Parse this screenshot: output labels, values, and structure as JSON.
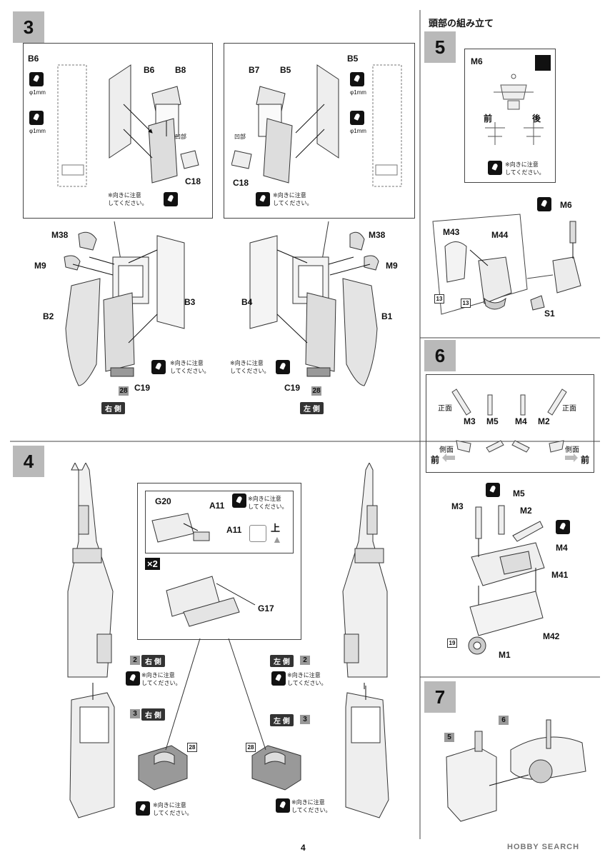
{
  "page_number": "4",
  "watermark": "HOBBY SEARCH",
  "steps": {
    "s3": {
      "number": "3",
      "left_panel": {
        "b6": "B6",
        "b6b": "B6",
        "b8": "B8",
        "c18": "C18",
        "dent": "凹部",
        "dia1": "φ1mm",
        "dia2": "φ1mm",
        "note": "※向きに注意\nしてください。"
      },
      "right_panel": {
        "b7": "B7",
        "b5": "B5",
        "b5b": "B5",
        "c18": "C18",
        "dent": "凹部",
        "dia1": "φ1mm",
        "dia2": "φ1mm",
        "note": "※向きに注意\nしてください。"
      },
      "left_main": {
        "m38": "M38",
        "m9": "M9",
        "b2": "B2",
        "b3": "B3",
        "c19": "C19",
        "decal": "28",
        "note": "※向きに注意\nしてください。",
        "side": "右 側"
      },
      "right_main": {
        "m38": "M38",
        "m9": "M9",
        "b4": "B4",
        "b1": "B1",
        "c19": "C19",
        "decal": "28",
        "note": "※向きに注意\nしてください。",
        "side": "左 側"
      }
    },
    "s5": {
      "header": "頭部の組み立て",
      "number": "5",
      "inset": {
        "m6": "M6",
        "front": "前",
        "rear": "後",
        "note": "※向きに注意\nしてください。"
      },
      "m6": "M6",
      "m43": "M43",
      "m44": "M44",
      "s1": "S1",
      "d13a": "13",
      "d13b": "13"
    },
    "s6": {
      "number": "6",
      "inset": {
        "front_l": "正面",
        "front_r": "正面",
        "m3": "M3",
        "m5": "M5",
        "m4": "M4",
        "m2": "M2",
        "side_l": "側面",
        "side_r": "側面",
        "fwd_l": "前",
        "fwd_r": "前"
      },
      "m3": "M3",
      "m5": "M5",
      "m2": "M2",
      "m4": "M4",
      "m41": "M41",
      "m42": "M42",
      "m1": "M1",
      "d19": "19"
    },
    "s7": {
      "number": "7",
      "ref5": "5",
      "ref6": "6"
    },
    "s4": {
      "number": "4",
      "inset": {
        "g20": "G20",
        "a11": "A11",
        "a11b": "A11",
        "up": "上",
        "x2": "×2",
        "g17": "G17",
        "note": "※向きに注意\nしてください。"
      },
      "left": {
        "ref2": "2",
        "ref2side": "右 側",
        "ref3": "3",
        "ref3side": "右 側",
        "note1": "※向きに注意\nしてください。",
        "note2": "※向きに注意\nしてください。",
        "decal": "28"
      },
      "right": {
        "ref2": "2",
        "ref2side": "左 側",
        "ref3": "3",
        "ref3side": "左 側",
        "note1": "※向きに注意\nしてください。",
        "note2": "※向きに注意\nしてください。",
        "decal": "28"
      }
    }
  }
}
